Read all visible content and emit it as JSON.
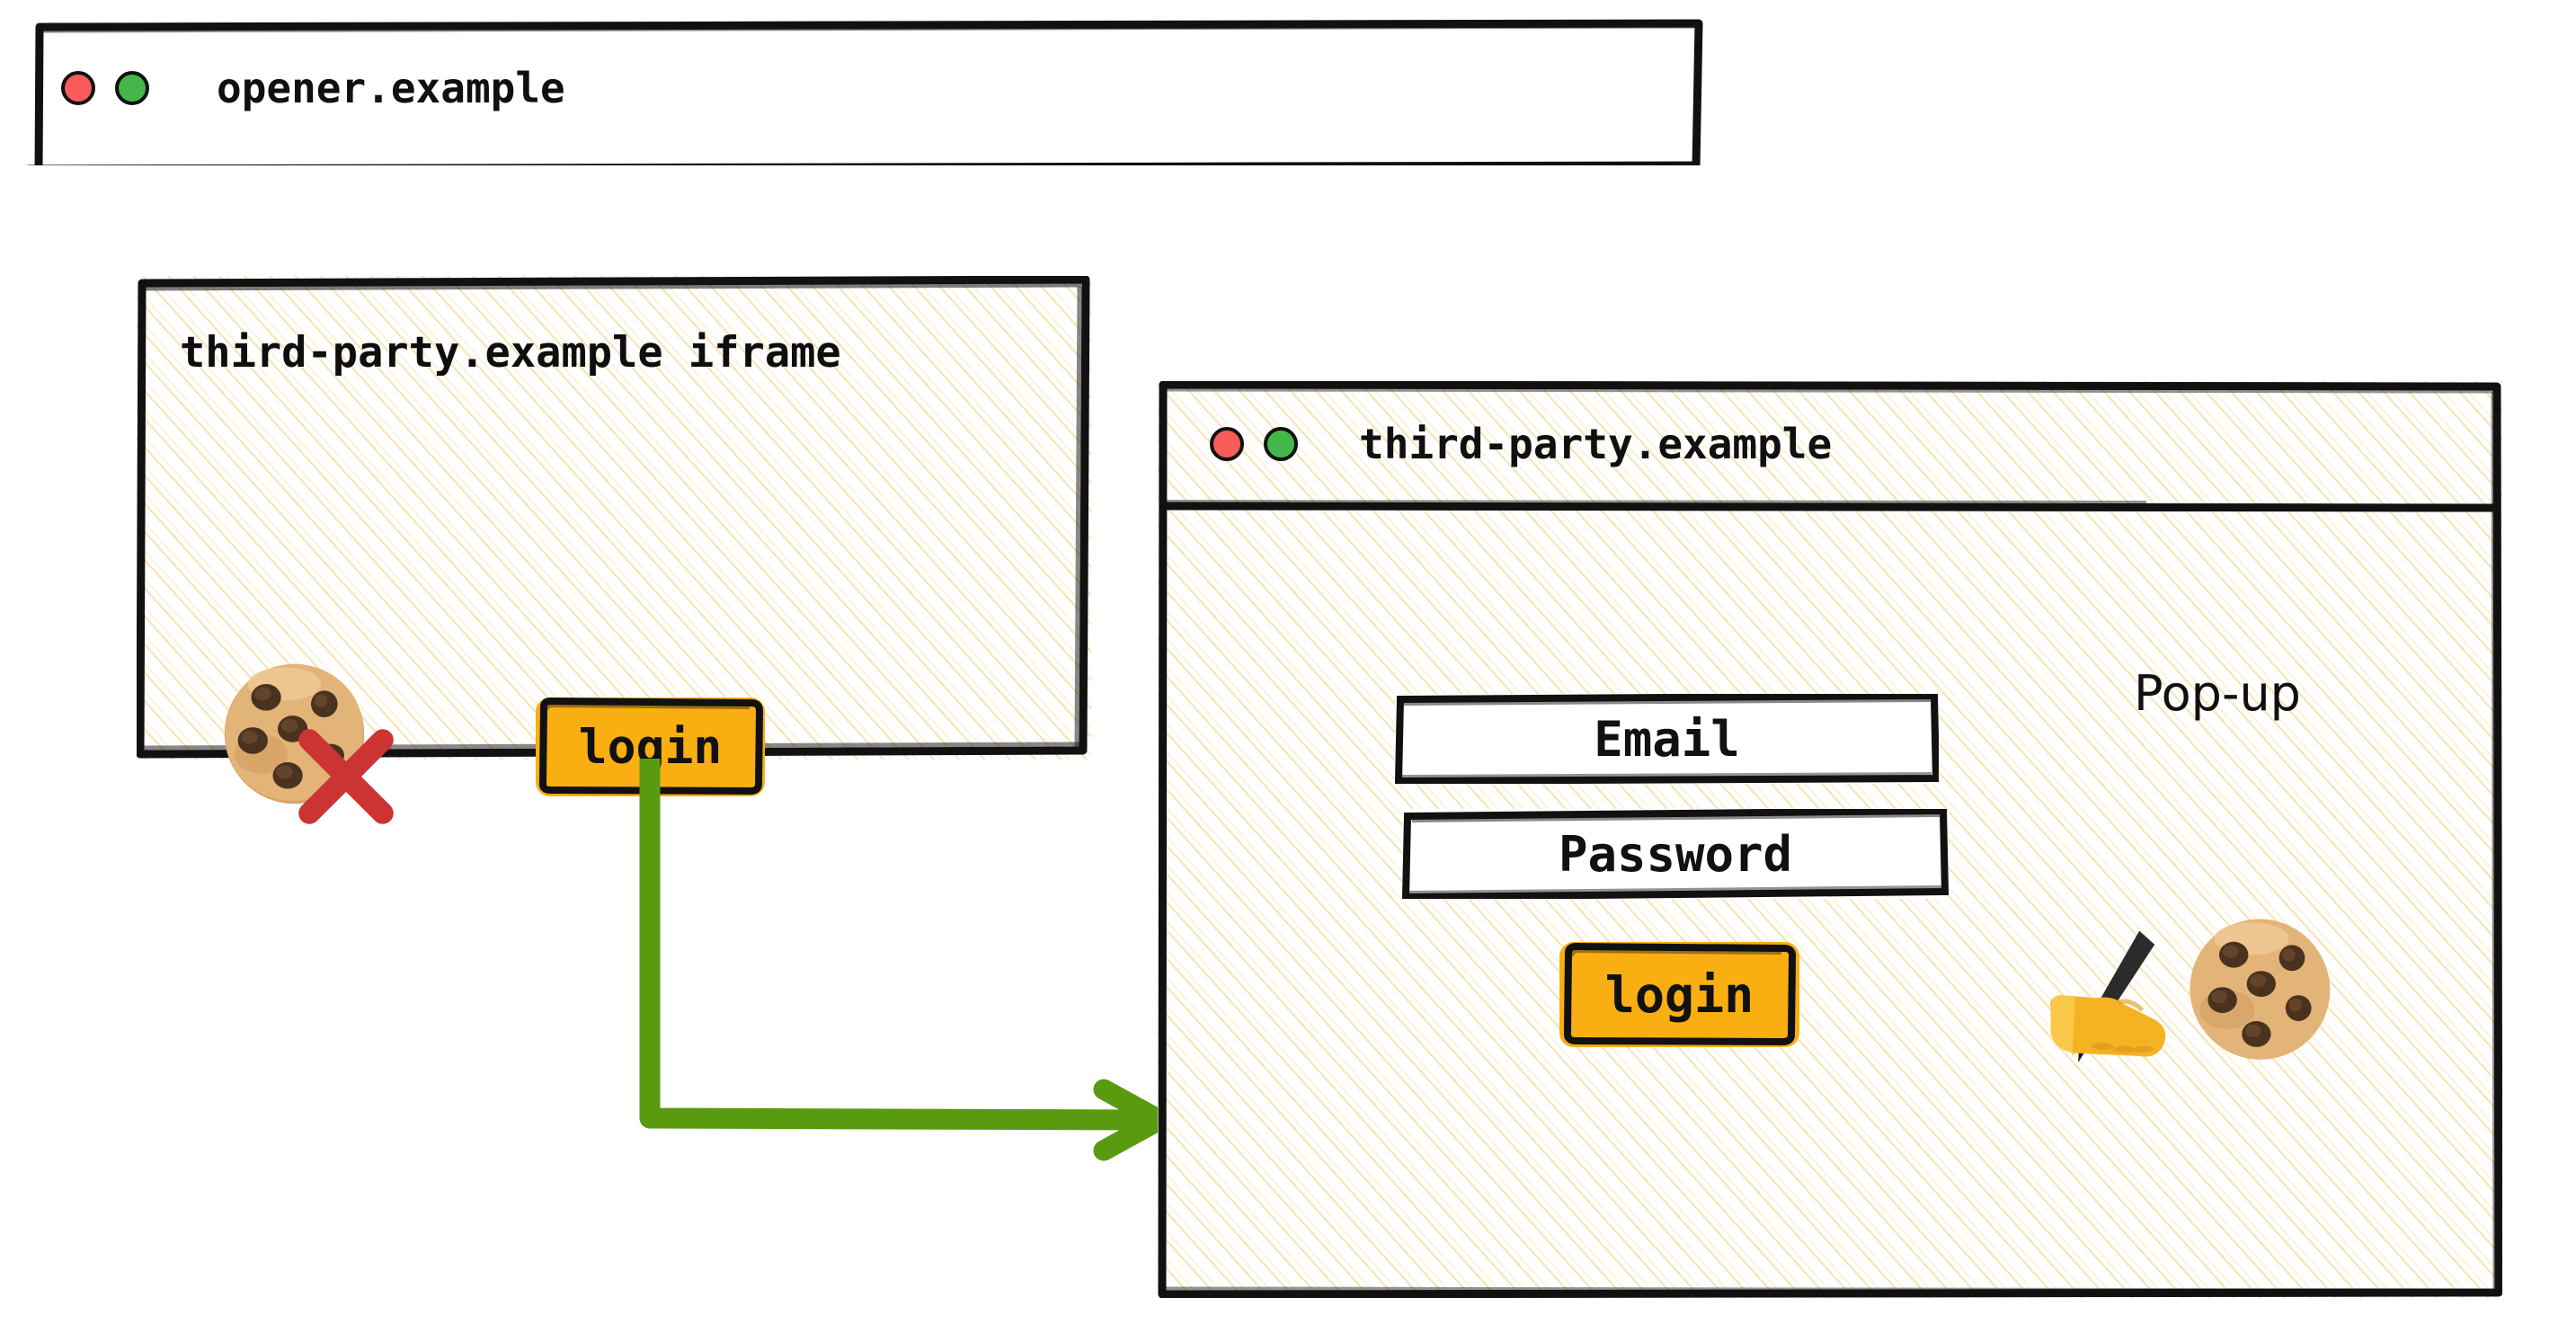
{
  "colors": {
    "accent_orange": "#f9ae12",
    "arrow_green": "#5a9a10",
    "deny_red": "#cc3333",
    "dot_red": "#f95a5a",
    "dot_green": "#45b649",
    "hatch_tan": "#f4d896",
    "stroke_black": "#111111"
  },
  "opener_window": {
    "title": "opener.example",
    "traffic_lights": [
      {
        "name": "close-dot",
        "color": "red"
      },
      {
        "name": "maximize-dot",
        "color": "green"
      }
    ],
    "iframe": {
      "title": "third-party.example iframe",
      "cookie_icon": "cookie-emoji",
      "blocked_icon": "red-x-mark",
      "login_button": "login"
    }
  },
  "popup_window": {
    "title": "third-party.example",
    "traffic_lights": [
      {
        "name": "close-dot",
        "color": "red"
      },
      {
        "name": "maximize-dot",
        "color": "green"
      }
    ],
    "label": "Pop-up",
    "fields": [
      {
        "name": "email-field",
        "value": "Email"
      },
      {
        "name": "password-field",
        "value": "Password"
      }
    ],
    "login_button": "login",
    "writing_hand_icon": "writing-hand-emoji",
    "cookie_icon": "cookie-emoji"
  },
  "arrow": {
    "name": "login-to-popup-arrow",
    "color": "#5a9a10"
  }
}
